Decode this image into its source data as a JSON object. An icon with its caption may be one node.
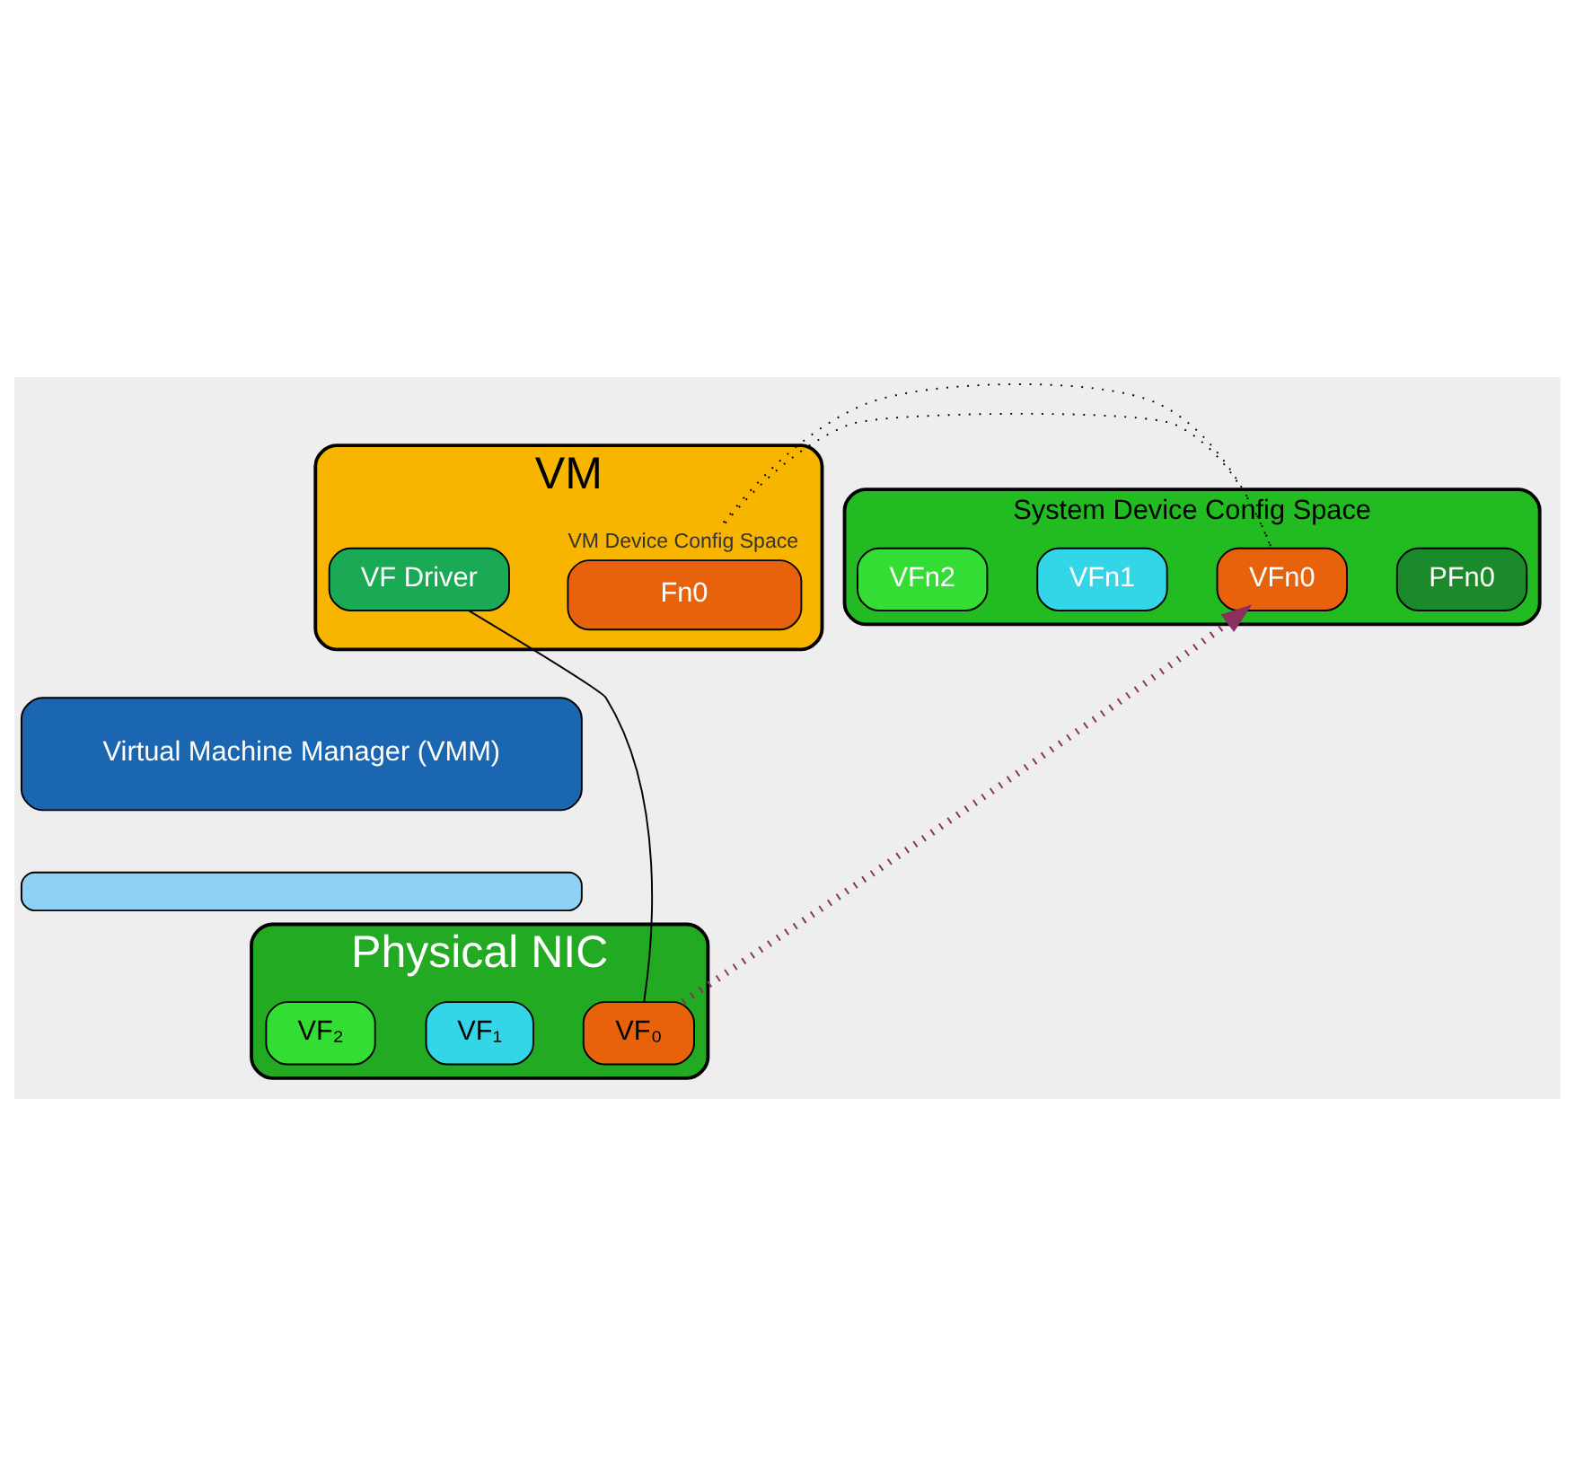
{
  "diagram": {
    "nodes": [
      {
        "text": [
          "VM"
        ]
      },
      {
        "text": [
          "Fn0"
        ],
        "beside": [
          "VM Device Config Space"
        ],
        "in": 0
      },
      {
        "text": [
          "VF Driver"
        ],
        "in": 0
      },
      {
        "text": [
          "Virtual Machine Manager (VMM)"
        ]
      },
      {
        "text": [],
        "shape": "bar"
      },
      {
        "text": [
          "Physical NIC"
        ]
      },
      {
        "text": [
          "VF₀"
        ],
        "in": 5
      },
      {
        "text": [
          "VF₁"
        ],
        "in": 5
      },
      {
        "text": [
          "VF₂"
        ],
        "in": 5
      },
      {
        "text": [
          "System Device Config Space"
        ]
      },
      {
        "text": [
          "PFn0"
        ],
        "in": 9
      },
      {
        "text": [
          "VFn0"
        ],
        "in": 9
      },
      {
        "text": [
          "VFn1"
        ],
        "in": 9
      },
      {
        "text": [
          "VFn2"
        ],
        "in": 9
      }
    ],
    "edges": [
      {
        "from": 2,
        "to": 6,
        "arrow": "none"
      },
      {
        "from": 1,
        "to": 11,
        "arrow": "none",
        "style": "dashed"
      },
      {
        "from": 1,
        "to": 11,
        "arrow": "none",
        "style": "dashed"
      },
      {
        "from": 6,
        "to": 11,
        "arrow": "to",
        "style": "dashed",
        "color": "#8b2f5e"
      }
    ]
  }
}
